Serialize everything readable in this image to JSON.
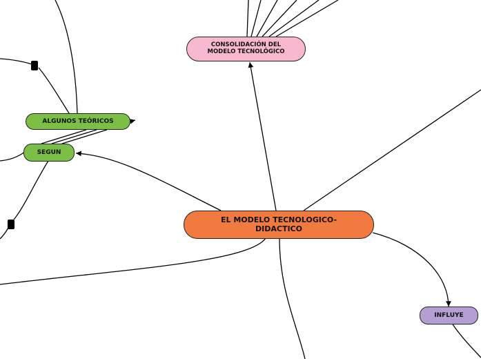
{
  "nodes": {
    "central": {
      "label": "EL MODELO TECNOLOGICO-\nDIDACTICO",
      "color": "#f07a3f"
    },
    "consolidacion": {
      "label": "CONSOLIDACIÓN DEL\nMODELO TECNOLÓGICO",
      "color": "#f8b8cf"
    },
    "algunos_teoricos": {
      "label": "ALGUNOS TEÓRICOS",
      "color": "#7cbf46"
    },
    "segun": {
      "label": "SEGUN",
      "color": "#7cbf46"
    },
    "influye": {
      "label": "INFLUYE",
      "color": "#b49ed2"
    }
  },
  "colors": {
    "line": "#000000",
    "border": "#222222"
  }
}
